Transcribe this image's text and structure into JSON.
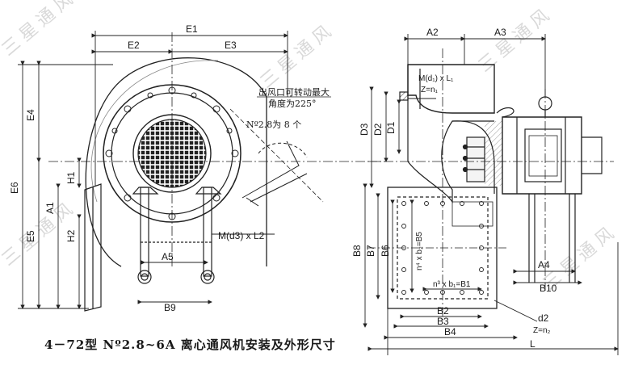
{
  "watermark": "三星通风",
  "caption": "4－72型 Nº2.8~6A 离心通风机安装及外形尺寸",
  "notes": {
    "outlet_rotation_1": "出风口可转动最大",
    "outlet_rotation_2": "角度为225°",
    "no28_count": "Nº2.8为 8 个"
  },
  "front_view_labels": {
    "E1": "E1",
    "E2": "E2",
    "E3": "E3",
    "E4": "E4",
    "E5": "E5",
    "E6": "E6",
    "A1": "A1",
    "H1": "H1",
    "H2": "H2",
    "A5": "A5",
    "B9": "B9",
    "M_d3": "M(d3) x L2"
  },
  "side_view_labels": {
    "A2": "A2",
    "A3": "A3",
    "A4": "A4",
    "D1": "D1",
    "D2": "D2",
    "D3": "D3",
    "M_d1": "M(d₁) x L₁",
    "Z_n1": "Z=n₁",
    "B1": "n³ x b₁=B1",
    "B5": "n⁴ x b₂=B5",
    "B2": "B2",
    "B3": "B3",
    "B4": "B4",
    "B6": "B6",
    "B7": "B7",
    "B8": "B8",
    "B10": "B10",
    "d2": "d2",
    "Z_n2": "Z=n₂",
    "L": "L"
  }
}
